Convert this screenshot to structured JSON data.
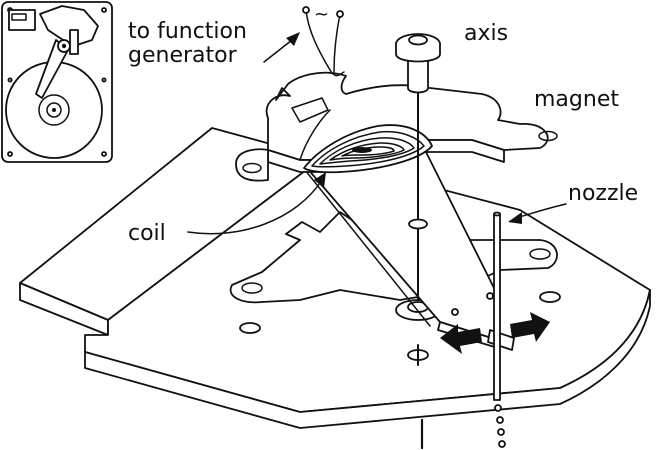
{
  "labels": {
    "function_generator_line1": "to function",
    "function_generator_line2": "generator",
    "ac_symbol": "~",
    "axis": "axis",
    "magnet": "magnet",
    "nozzle": "nozzle",
    "coil": "coil"
  },
  "colors": {
    "line": "#111111",
    "fill": "#ffffff"
  }
}
